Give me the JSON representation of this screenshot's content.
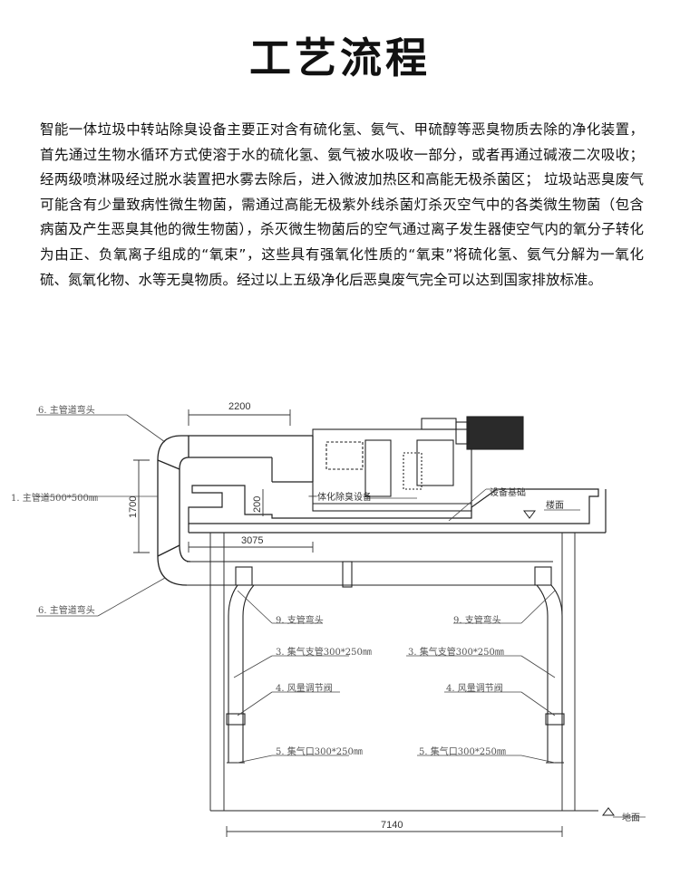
{
  "page": {
    "title": "工艺流程",
    "description": "智能一体垃圾中转站除臭设备主要正对含有硫化氢、氨气、甲硫醇等恶臭物质去除的净化装置，首先通过生物水循环方式使溶于水的硫化氢、氨气被水吸收一部分，或者再通过碱液二次吸收；经两级喷淋吸经过脱水装置把水雾去除后，进入微波加热区和高能无极杀菌区； 垃圾站恶臭废气可能含有少量致病性微生物菌，需通过高能无极紫外线杀菌灯杀灭空气中的各类微生物菌（包含病菌及产生恶臭其他的微生物菌），杀灭微生物菌后的空气通过离子发生器使空气内的氧分子转化为由正、负氧离子组成的“氧束”，这些具有强氧化性质的“氧束”将硫化氢、氨气分解为一氧化硫、氮氧化物、水等无臭物质。经过以上五级净化后恶臭废气完全可以达到国家排放标准。"
  },
  "diagram": {
    "labels": {
      "main_elbow_top": "6. 主管道弯头",
      "main_pipe": "1. 主管道500*500㎜",
      "main_elbow_bottom": "6. 主管道弯头",
      "equipment": "一体化除臭设备",
      "foundation": "设备基础",
      "floor": "楼面",
      "branch_elbow_left": "9. 支管弯头",
      "branch_elbow_right": "9. 支管弯头",
      "branch_pipe_left": "3. 集气支管300*250㎜",
      "branch_pipe_right": "3. 集气支管300*250㎜",
      "valve_left": "4. 风量调节阀",
      "valve_right": "4. 风量调节阀",
      "inlet_left": "5. 集气口300*250㎜",
      "inlet_right": "5. 集气口300*250㎜",
      "ground": "地面"
    },
    "dimensions": {
      "d2200": "2200",
      "d1700": "1700",
      "d200": "200",
      "d3075": "3075",
      "d7140": "7140"
    }
  }
}
